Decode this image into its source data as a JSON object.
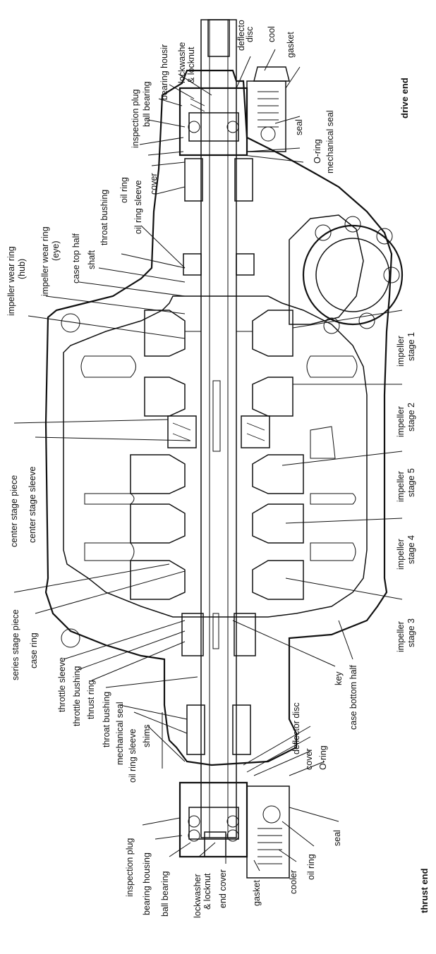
{
  "figure": {
    "ends": {
      "drive": "drive end",
      "thrust": "thrust end"
    },
    "labels": {
      "inspection_plug_top": "inspection plug",
      "ball_bearing_top": "ball bearing",
      "bearing_housing_top": "bearing housir",
      "lockwasher_top_1": "lockwashe",
      "lockwasher_top_2": "& locknut",
      "deflector_disc_top_1": "deflecto",
      "deflector_disc_top_2": "disc",
      "cooler_top": "cool",
      "gasket_top": "gasket",
      "seal_top": "seal",
      "o_ring_top": "O-ring",
      "mechanical_seal_top": "mechanical seal",
      "oil_ring_top": "oil ring",
      "oil_ring_sleeve_top": "oil ring sleeve",
      "cover_top": "cover",
      "throat_bushing_top": "throat bushing",
      "shaft": "shaft",
      "case_top_half": "case top half",
      "impeller_wear_ring_eye_1": "impeller wear ring",
      "impeller_wear_ring_eye_2": "(eye)",
      "impeller_wear_ring_hub_1": "impeller wear ring",
      "impeller_wear_ring_hub_2": "(hub)",
      "center_stage_piece": "center stage piece",
      "center_stage_sleeve": "center stage sleeve",
      "series_stage_piece": "series stage piece",
      "case_ring": "case ring",
      "throttle_sleeve": "throttle sleeve",
      "throttle_bushing": "throttle bushing",
      "thrust_ring": "thrust ring",
      "throat_bushing_bottom": "throat bushing",
      "mechanical_seal_bottom": "mechanical seal",
      "oil_ring_sleeve_bottom": "oil ring sleeve",
      "shims": "shims",
      "deflector_disc_bottom": "deflector disc",
      "cover_bottom": "cover",
      "o_ring_bottom": "O-ring",
      "key": "key",
      "case_bottom_half": "case bottom half",
      "inspection_plug_bottom": "inspection plug",
      "bearing_housing_bottom": "bearing housing",
      "ball_bearing_bottom": "ball bearing",
      "lockwasher_bottom_1": "lockwasher",
      "lockwasher_bottom_2": "& locknut",
      "end_cover": "end cover",
      "gasket_bottom": "gasket",
      "cooler_bottom": "cooler",
      "oil_ring_bottom": "oil ring",
      "seal_bottom": "seal",
      "impeller_1_a": "impeller",
      "impeller_1_b": "stage 1",
      "impeller_2_a": "impeller",
      "impeller_2_b": "stage 2",
      "impeller_5_a": "impeller",
      "impeller_5_b": "stage 5",
      "impeller_4_a": "impeller",
      "impeller_4_b": "stage 4",
      "impeller_3_a": "impeller",
      "impeller_3_b": "stage 3"
    }
  }
}
